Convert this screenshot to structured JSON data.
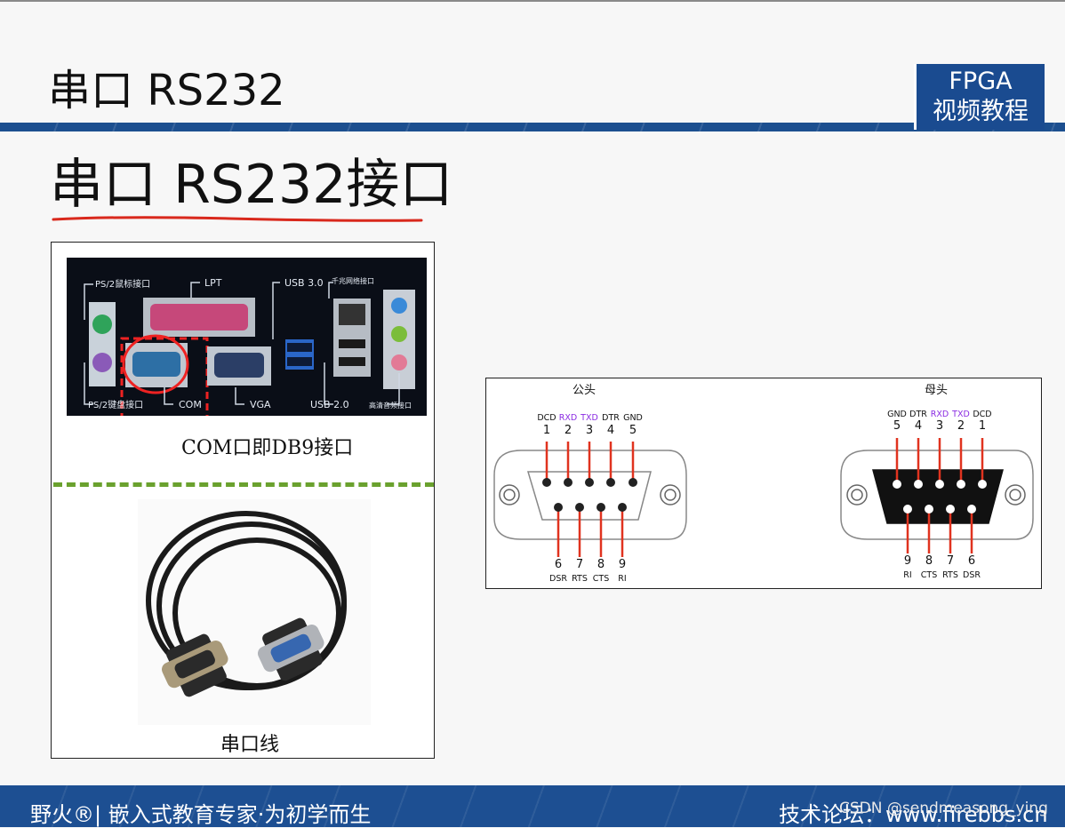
{
  "header": {
    "title": "串口 RS232"
  },
  "badge": {
    "line1": "FPGA",
    "line2": "视频教程"
  },
  "section": {
    "title": "串口 RS232接口"
  },
  "ports_photo": {
    "labels": {
      "ps2_mouse": "PS/2鼠标接口",
      "lpt": "LPT",
      "usb3": "USB 3.0",
      "gigabit_lan": "千兆网络接口",
      "ps2_keyboard": "PS/2键盘接口",
      "com": "COM",
      "vga": "VGA",
      "usb2": "USB 2.0",
      "hd_audio": "高清音频接口"
    },
    "caption": "COM口即DB9接口"
  },
  "cable_photo": {
    "caption": "串口线"
  },
  "pinout": {
    "male": {
      "title": "公头",
      "top_pins": [
        {
          "num": "1",
          "signal": "DCD"
        },
        {
          "num": "2",
          "signal": "RXD"
        },
        {
          "num": "3",
          "signal": "TXD"
        },
        {
          "num": "4",
          "signal": "DTR"
        },
        {
          "num": "5",
          "signal": "GND"
        }
      ],
      "bottom_pins": [
        {
          "num": "6",
          "signal": "DSR"
        },
        {
          "num": "7",
          "signal": "RTS"
        },
        {
          "num": "8",
          "signal": "CTS"
        },
        {
          "num": "9",
          "signal": "RI"
        }
      ]
    },
    "female": {
      "title": "母头",
      "top_pins": [
        {
          "num": "5",
          "signal": "GND"
        },
        {
          "num": "4",
          "signal": "DTR"
        },
        {
          "num": "3",
          "signal": "RXD"
        },
        {
          "num": "2",
          "signal": "TXD"
        },
        {
          "num": "1",
          "signal": "DCD"
        }
      ],
      "bottom_pins": [
        {
          "num": "9",
          "signal": "RI"
        },
        {
          "num": "8",
          "signal": "CTS"
        },
        {
          "num": "7",
          "signal": "RTS"
        },
        {
          "num": "6",
          "signal": "DSR"
        }
      ]
    },
    "colors": {
      "pin_line": "#e0331f",
      "highlight_signal": "#8a2be2"
    }
  },
  "footer": {
    "brand": "野火®| 嵌入式教育专家·为初学而生",
    "forum": "技术论坛：www.firebbs.cn"
  },
  "watermark": "CSDN @sendmeasong_ying"
}
